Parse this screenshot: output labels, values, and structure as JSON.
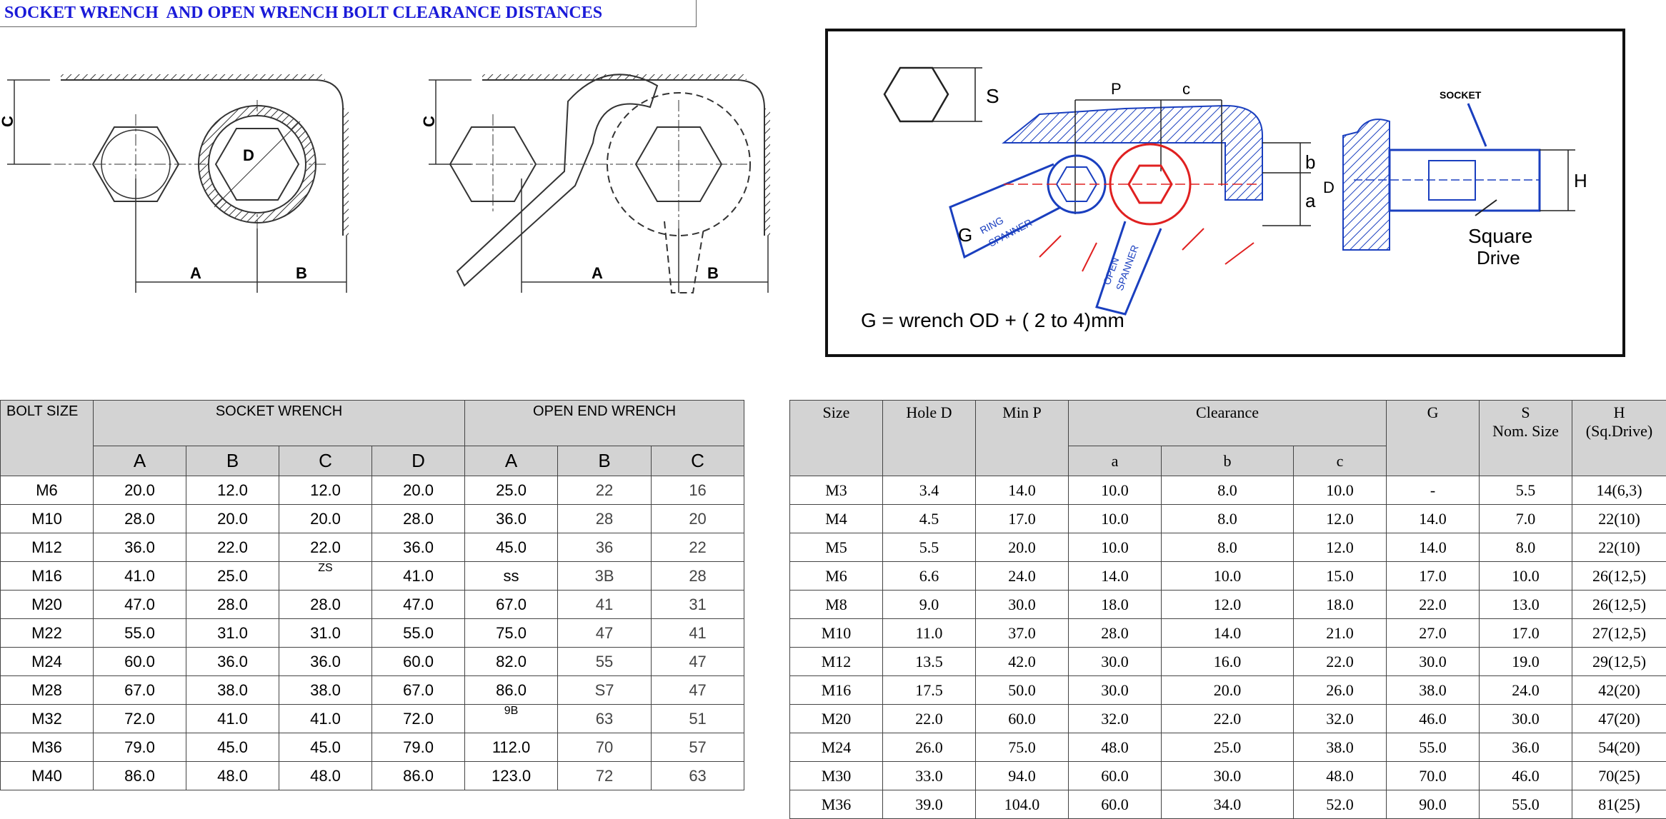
{
  "title": "SOCKET WRENCH  AND OPEN WRENCH BOLT CLEARANCE DISTANCES",
  "figure_left": {
    "labels": {
      "c1": "C",
      "d": "D",
      "a1": "A",
      "b1": "B",
      "c2": "C",
      "a2": "A",
      "b2": "B"
    }
  },
  "figure_right": {
    "labels": {
      "s": "S",
      "p": "P",
      "c": "c",
      "b": "b",
      "a": "a",
      "d": "D",
      "h": "H",
      "g": "G",
      "socket": "SOCKET",
      "ring": "RING",
      "spanner": "SPANNER",
      "open": "OPEN",
      "spanner2": "SPANNER",
      "square": "Square",
      "drive": "Drive"
    },
    "formula": "G = wrench OD + ( 2 to 4)mm"
  },
  "table1": {
    "bolt_size": "BOLT SIZE",
    "socket": "SOCKET WRENCH",
    "open": "OPEN END WRENCH",
    "cols": [
      "A",
      "B",
      "C",
      "D",
      "A",
      "B",
      "C"
    ],
    "rows": [
      [
        "M6",
        "20.0",
        "12.0",
        "12.0",
        "20.0",
        "25.0",
        "22",
        "16"
      ],
      [
        "M10",
        "28.0",
        "20.0",
        "20.0",
        "28.0",
        "36.0",
        "28",
        "20"
      ],
      [
        "M12",
        "36.0",
        "22.0",
        "22.0",
        "36.0",
        "45.0",
        "36",
        "22"
      ],
      [
        "M16",
        "41.0",
        "25.0",
        "ZS",
        "41.0",
        "ss",
        "3B",
        "28"
      ],
      [
        "M20",
        "47.0",
        "28.0",
        "28.0",
        "47.0",
        "67.0",
        "41",
        "31"
      ],
      [
        "M22",
        "55.0",
        "31.0",
        "31.0",
        "55.0",
        "75.0",
        "47",
        "41"
      ],
      [
        "M24",
        "60.0",
        "36.0",
        "36.0",
        "60.0",
        "82.0",
        "55",
        "47"
      ],
      [
        "M28",
        "67.0",
        "38.0",
        "38.0",
        "67.0",
        "86.0",
        "S7",
        "47"
      ],
      [
        "M32",
        "72.0",
        "41.0",
        "41.0",
        "72.0",
        "9B",
        "63",
        "51"
      ],
      [
        "M36",
        "79.0",
        "45.0",
        "45.0",
        "79.0",
        "112.0",
        "70",
        "57"
      ],
      [
        "M40",
        "86.0",
        "48.0",
        "48.0",
        "86.0",
        "123.0",
        "72",
        "63"
      ]
    ]
  },
  "table2": {
    "h_size": "Size",
    "h_hole": "Hole D",
    "h_minp": "Min P",
    "h_clear": "Clearance",
    "h_g": "G",
    "h_s1": "S",
    "h_s2": "Nom. Size",
    "h_h1": "H",
    "h_h2": "(Sq.Drive)",
    "cols": [
      "a",
      "b",
      "c"
    ],
    "rows": [
      [
        "M3",
        "3.4",
        "14.0",
        "10.0",
        "8.0",
        "10.0",
        "-",
        "5.5",
        "14(6,3)"
      ],
      [
        "M4",
        "4.5",
        "17.0",
        "10.0",
        "8.0",
        "12.0",
        "14.0",
        "7.0",
        "22(10)"
      ],
      [
        "M5",
        "5.5",
        "20.0",
        "10.0",
        "8.0",
        "12.0",
        "14.0",
        "8.0",
        "22(10)"
      ],
      [
        "M6",
        "6.6",
        "24.0",
        "14.0",
        "10.0",
        "15.0",
        "17.0",
        "10.0",
        "26(12,5)"
      ],
      [
        "M8",
        "9.0",
        "30.0",
        "18.0",
        "12.0",
        "18.0",
        "22.0",
        "13.0",
        "26(12,5)"
      ],
      [
        "M10",
        "11.0",
        "37.0",
        "28.0",
        "14.0",
        "21.0",
        "27.0",
        "17.0",
        "27(12,5)"
      ],
      [
        "M12",
        "13.5",
        "42.0",
        "30.0",
        "16.0",
        "22.0",
        "30.0",
        "19.0",
        "29(12,5)"
      ],
      [
        "M16",
        "17.5",
        "50.0",
        "30.0",
        "20.0",
        "26.0",
        "38.0",
        "24.0",
        "42(20)"
      ],
      [
        "M20",
        "22.0",
        "60.0",
        "32.0",
        "22.0",
        "32.0",
        "46.0",
        "30.0",
        "47(20)"
      ],
      [
        "M24",
        "26.0",
        "75.0",
        "48.0",
        "25.0",
        "38.0",
        "55.0",
        "36.0",
        "54(20)"
      ],
      [
        "M30",
        "33.0",
        "94.0",
        "60.0",
        "30.0",
        "48.0",
        "70.0",
        "46.0",
        "70(25)"
      ],
      [
        "M36",
        "39.0",
        "104.0",
        "60.0",
        "34.0",
        "52.0",
        "90.0",
        "55.0",
        "81(25)"
      ]
    ]
  },
  "colors": {
    "title": "#1a1ad8",
    "header_bg": "#d3d3d3",
    "drawing_blue": "#1a3fbf",
    "drawing_red": "#e02020"
  }
}
